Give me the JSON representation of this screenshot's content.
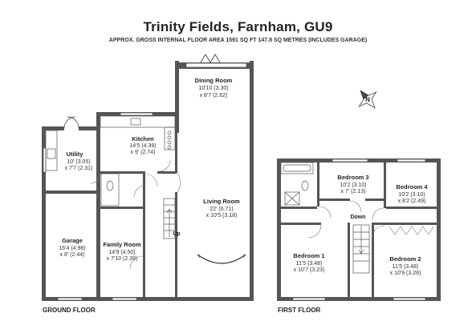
{
  "header": {
    "title": "Trinity Fields, Farnham, GU9",
    "subtitle": "APPROX. GROSS INTERNAL FLOOR AREA 1591 SQ FT 147.8 SQ METRES (INCLUDES GARAGE)"
  },
  "compass_label": "N",
  "floors": [
    {
      "label": "GROUND FLOOR"
    },
    {
      "label": "FIRST FLOOR"
    }
  ],
  "rooms": {
    "dining": {
      "name": "Dining Room",
      "dim1": "10'10 (3.30)",
      "dim2": "x 8'7 (2.62)"
    },
    "kitchen": {
      "name": "Kitchen",
      "dim1": "14'5 (4.39)",
      "dim2": "x 9' (2.74)"
    },
    "utility": {
      "name": "Utility",
      "dim1": "10' (3.05)",
      "dim2": "x 7'7 (2.31)"
    },
    "living": {
      "name": "Living Room",
      "dim1": "22' (6.71)",
      "dim2": "x 10'5 (3.18)"
    },
    "garage": {
      "name": "Garage",
      "dim1": "16'4 (4.98)",
      "dim2": "x 8' (2.44)"
    },
    "family": {
      "name": "Family Room",
      "dim1": "14'9 (4.50)",
      "dim2": "x 7'10 (2.39)"
    },
    "bed3": {
      "name": "Bedroom 3",
      "dim1": "10'2 (3.10)",
      "dim2": "x 7' (2.13)"
    },
    "bed4": {
      "name": "Bedroom 4",
      "dim1": "10'2 (3.10)",
      "dim2": "x 8'2 (2.49)"
    },
    "bed1": {
      "name": "Bedroom 1",
      "dim1": "11'5 (3.48)",
      "dim2": "x 10'7 (3.23)"
    },
    "bed2": {
      "name": "Bedroom 2",
      "dim1": "11'5 (3.48)",
      "dim2": "x 10'9 (3.28)"
    }
  },
  "stairs": {
    "up": "Up",
    "down": "Down"
  }
}
